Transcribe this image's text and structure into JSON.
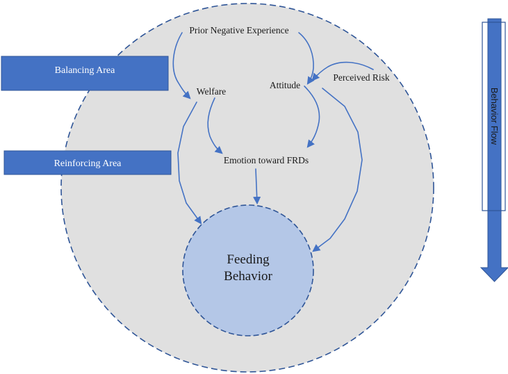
{
  "colors": {
    "outer_fill": "#e0e0e0",
    "outer_stroke": "#2f5597",
    "inner_fill": "#b4c7e7",
    "inner_stroke": "#2f5597",
    "box_fill": "#4472c4",
    "box_stroke": "#2f5597",
    "arrow": "#4472c4"
  },
  "areas": {
    "balancing": "Balancing Area",
    "reinforcing": "Reinforcing Area"
  },
  "nodes": {
    "prior_negative_experience": "Prior Negative Experience",
    "perceived_risk": "Perceived Risk",
    "attitude": "Attitude",
    "welfare": "Welfare",
    "emotion": "Emotion toward FRDs",
    "feeding_behavior_line1": "Feeding",
    "feeding_behavior_line2": "Behavior"
  },
  "flow": {
    "label": "Behavior Flow",
    "direction": "down"
  },
  "edges": [
    {
      "from": "Prior Negative Experience",
      "to": "Welfare"
    },
    {
      "from": "Prior Negative Experience",
      "to": "Attitude"
    },
    {
      "from": "Perceived Risk",
      "to": "Attitude"
    },
    {
      "from": "Welfare",
      "to": "Emotion toward FRDs"
    },
    {
      "from": "Attitude",
      "to": "Emotion toward FRDs"
    },
    {
      "from": "Welfare",
      "to": "Feeding Behavior"
    },
    {
      "from": "Emotion toward FRDs",
      "to": "Feeding Behavior"
    },
    {
      "from": "Attitude",
      "to": "Feeding Behavior"
    }
  ]
}
